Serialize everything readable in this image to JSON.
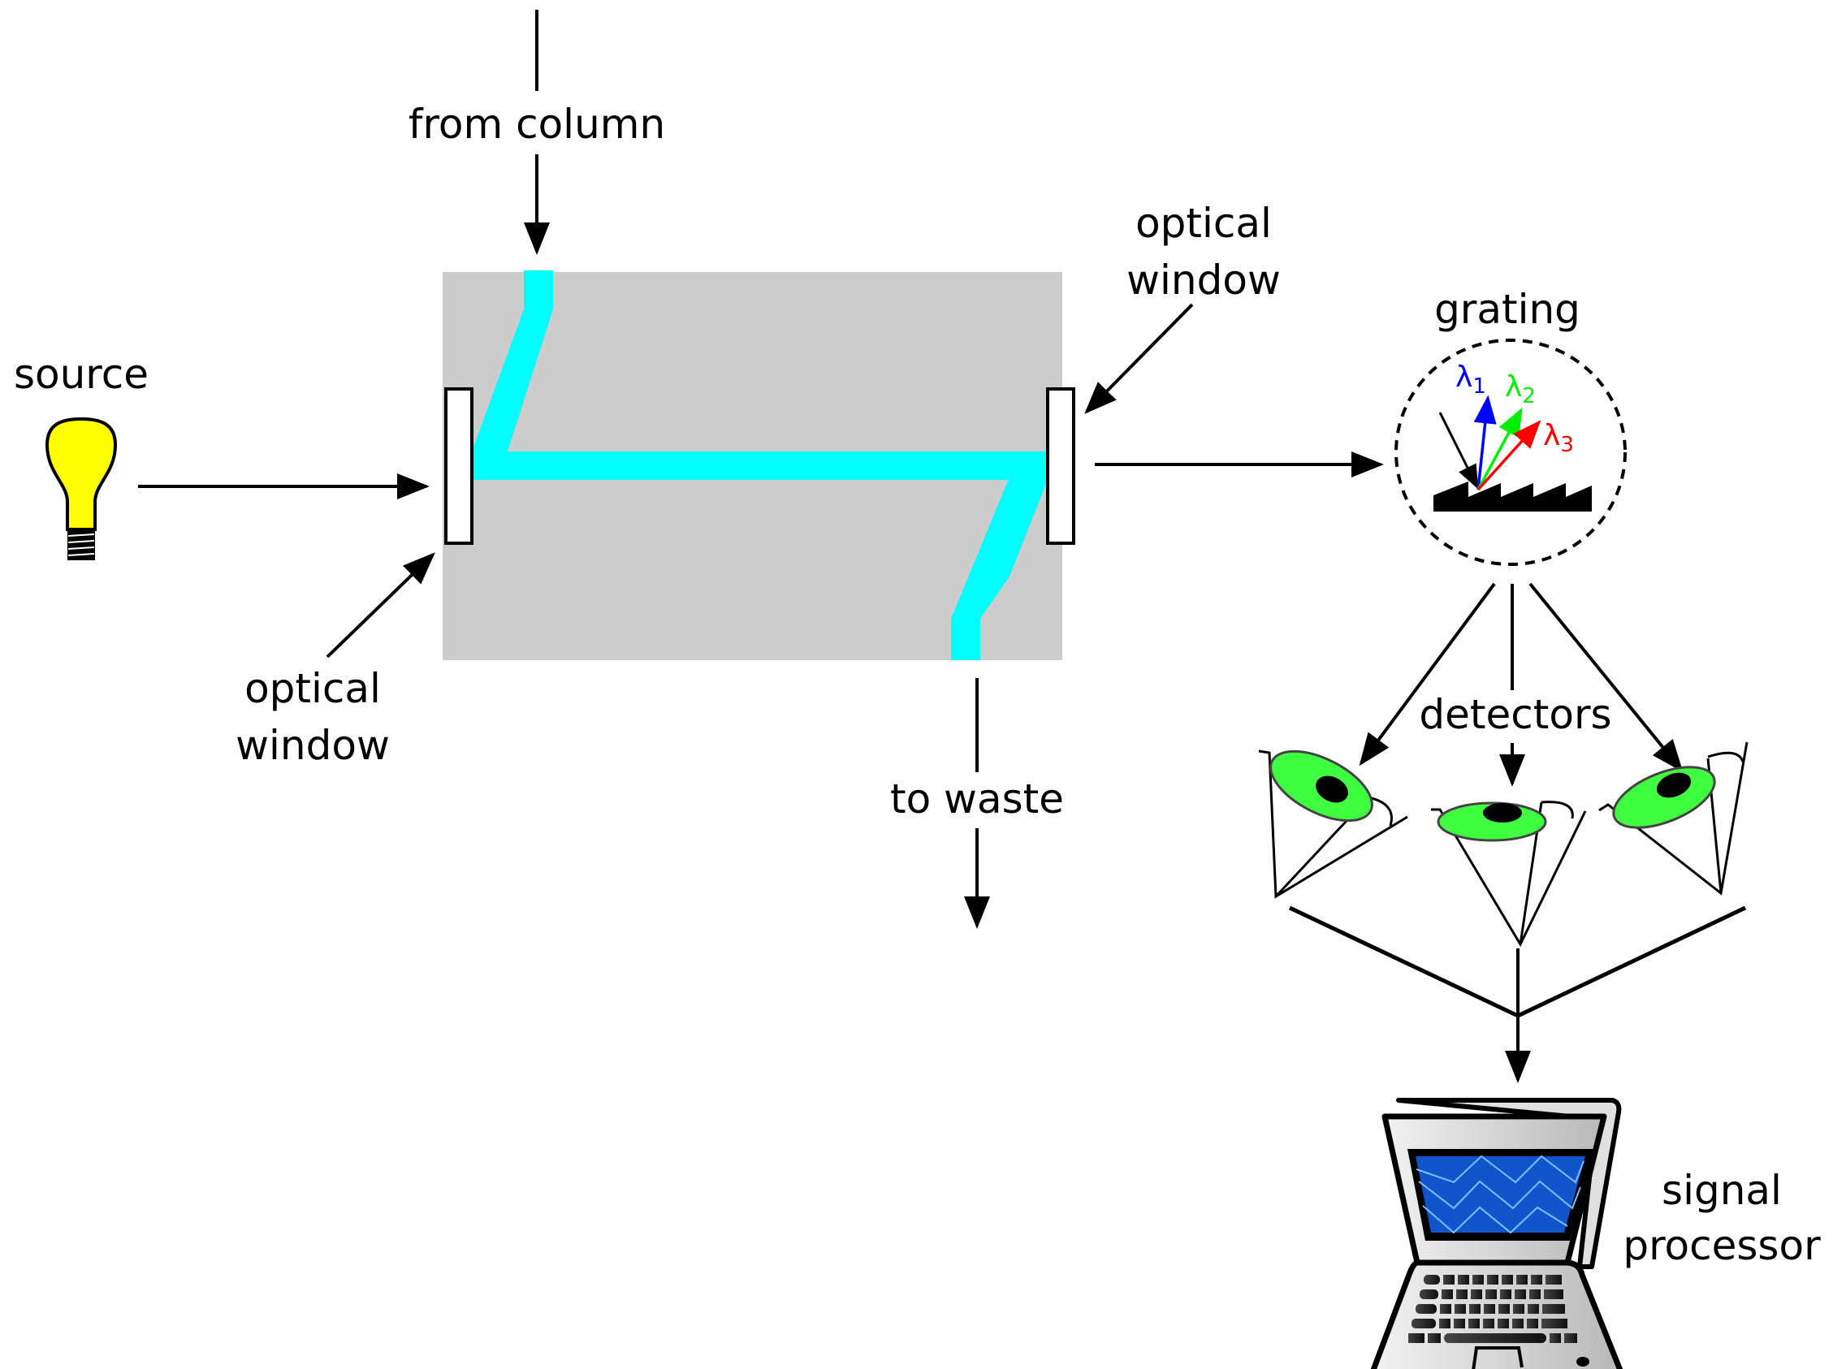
{
  "diagram": {
    "labels": {
      "source": "source",
      "from_column": "from column",
      "optical_window_left": [
        "optical",
        "window"
      ],
      "optical_window_right": [
        "optical",
        "window"
      ],
      "to_waste": "to waste",
      "grating": "grating",
      "detectors": "detectors",
      "signal_processor": [
        "signal",
        "processor"
      ]
    },
    "wavelengths": [
      {
        "symbol": "λ",
        "index": "1",
        "color": "#0000ff"
      },
      {
        "symbol": "λ",
        "index": "2",
        "color": "#00ee00"
      },
      {
        "symbol": "λ",
        "index": "3",
        "color": "#ff0000"
      }
    ],
    "colors": {
      "flow_cell": "#cccccc",
      "flow_path": "#00ffff",
      "bulb": "#ffff00",
      "detector_eye": "#40ff40",
      "screen": "#1155cc",
      "screen_wave": "#7fbfff",
      "laptop_body": "#d9d9d9"
    },
    "icons": [
      "light-bulb-icon",
      "diffraction-grating-icon",
      "eye-detector-icon",
      "laptop-icon"
    ]
  }
}
